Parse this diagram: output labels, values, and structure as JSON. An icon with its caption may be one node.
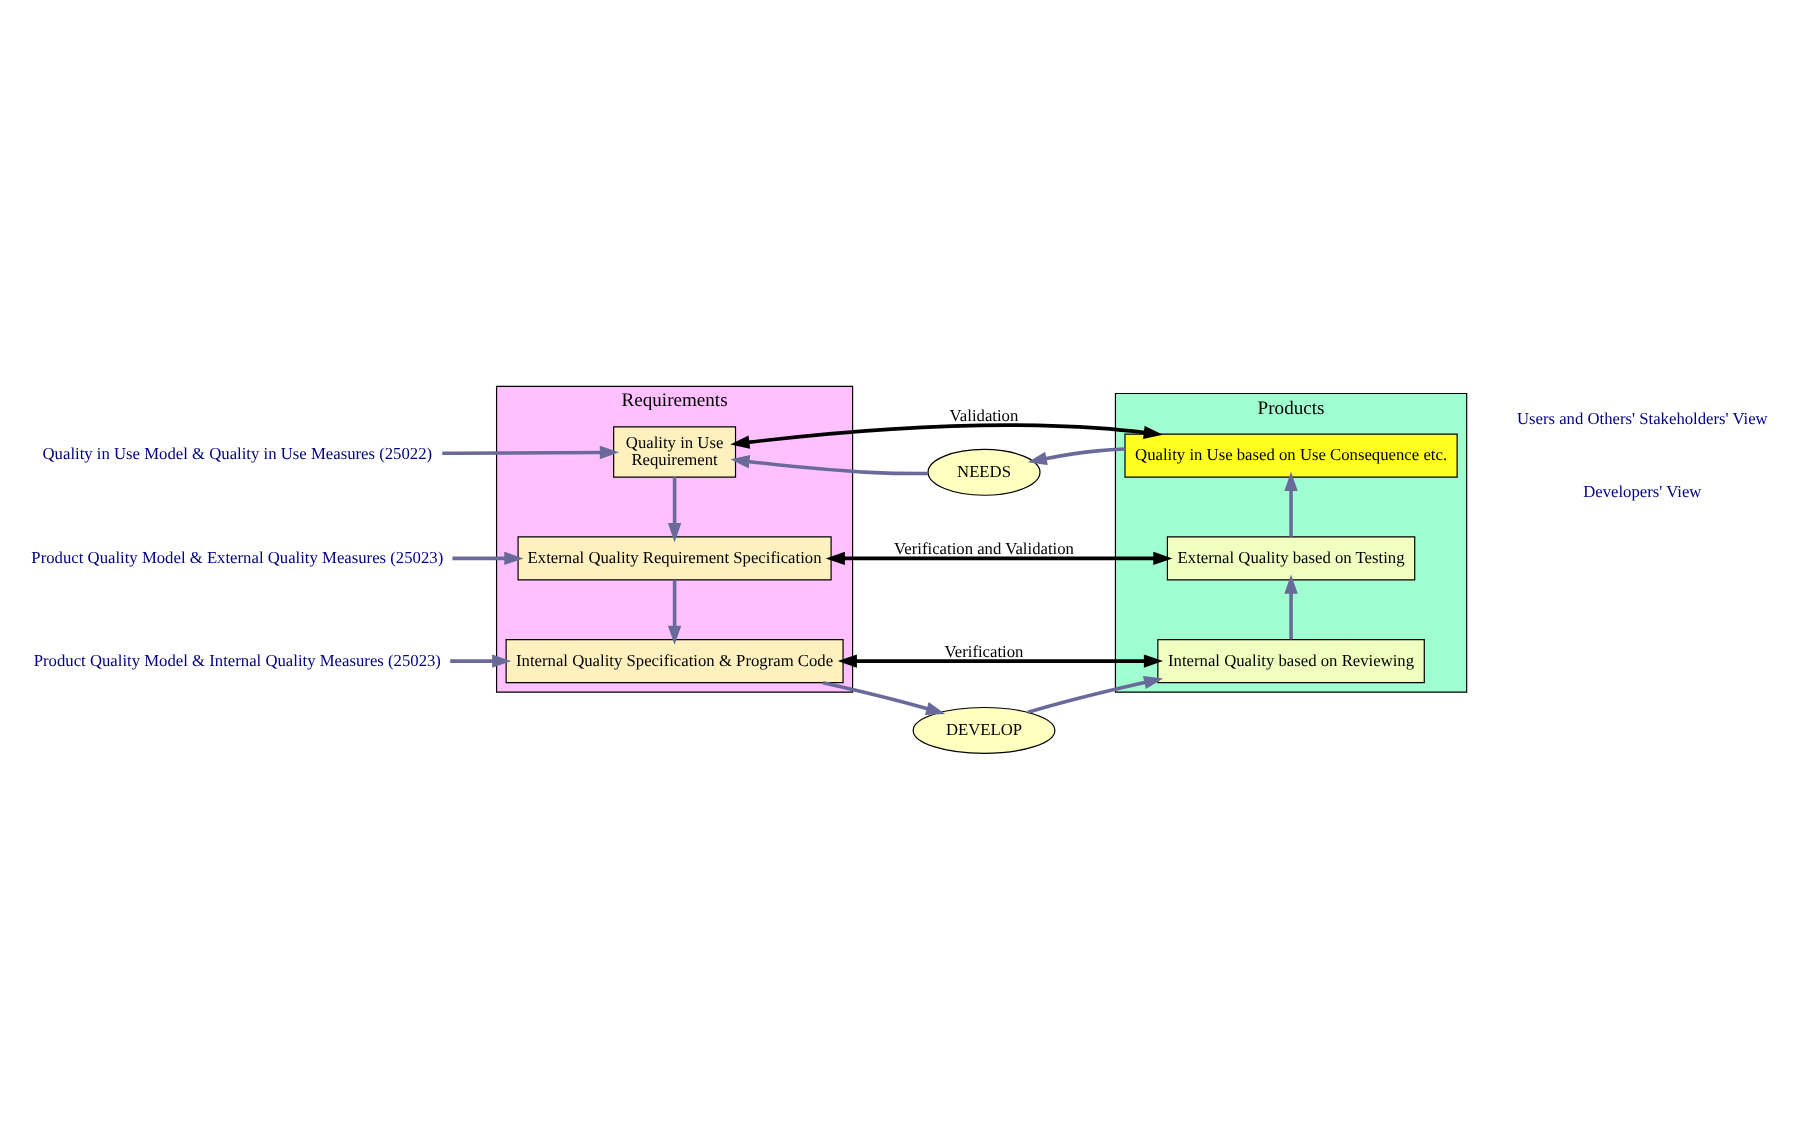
{
  "diagram": {
    "nodes": [
      {
        "text": [
          "Requirements"
        ]
      },
      {
        "text": [
          "Products"
        ]
      },
      {
        "text": [
          "NEEDS"
        ]
      },
      {
        "text": [
          "Quality in Use",
          "Requirement"
        ],
        "in": 0
      },
      {
        "text": [
          "External Quality Requirement Specification"
        ],
        "in": 0
      },
      {
        "text": [
          "Internal Quality Specification & Program Code"
        ],
        "in": 0
      },
      {
        "text": [
          "Quality in Use based on Use Consequence etc."
        ],
        "in": 1
      },
      {
        "text": [
          "External Quality based on Testing"
        ],
        "in": 1
      },
      {
        "text": [
          "Internal Quality based on Reviewing"
        ],
        "in": 1
      },
      {
        "text": [
          "DEVELOP"
        ]
      },
      {
        "text": [
          "Quality in Use Model & Quality in Use Measures (25022)"
        ]
      },
      {
        "text": [
          "Product Quality Model & External Quality Measures (25023)"
        ]
      },
      {
        "text": [
          "Product Quality Model & Internal Quality Measures (25023)"
        ]
      }
    ],
    "edges": [
      {
        "from": 2,
        "to": 3,
        "arrow": "to"
      },
      {
        "from": 3,
        "to": 4,
        "arrow": "to"
      },
      {
        "from": 4,
        "to": 5,
        "arrow": "to"
      },
      {
        "from": 5,
        "to": 9,
        "arrow": "to"
      },
      {
        "from": 9,
        "to": 8,
        "arrow": "to"
      },
      {
        "from": 8,
        "to": 7,
        "arrow": "to"
      },
      {
        "from": 7,
        "to": 6,
        "arrow": "to"
      },
      {
        "from": 6,
        "to": 2,
        "arrow": "to"
      },
      {
        "from": 3,
        "to": 6,
        "arrow": "both",
        "label": "Validation",
        "color": "#000000"
      },
      {
        "from": 4,
        "to": 7,
        "arrow": "both",
        "label": "Verification and Validation",
        "color": "#000000"
      },
      {
        "from": 5,
        "to": 8,
        "arrow": "both",
        "label": "Verification",
        "color": "#000000"
      },
      {
        "from": 10,
        "to": 3,
        "arrow": "to"
      },
      {
        "from": 11,
        "to": 4,
        "arrow": "to"
      },
      {
        "from": 12,
        "to": 5,
        "arrow": "to"
      }
    ],
    "labels": [
      "Users and Others' Stakeholders' View",
      "Developers' View"
    ]
  }
}
